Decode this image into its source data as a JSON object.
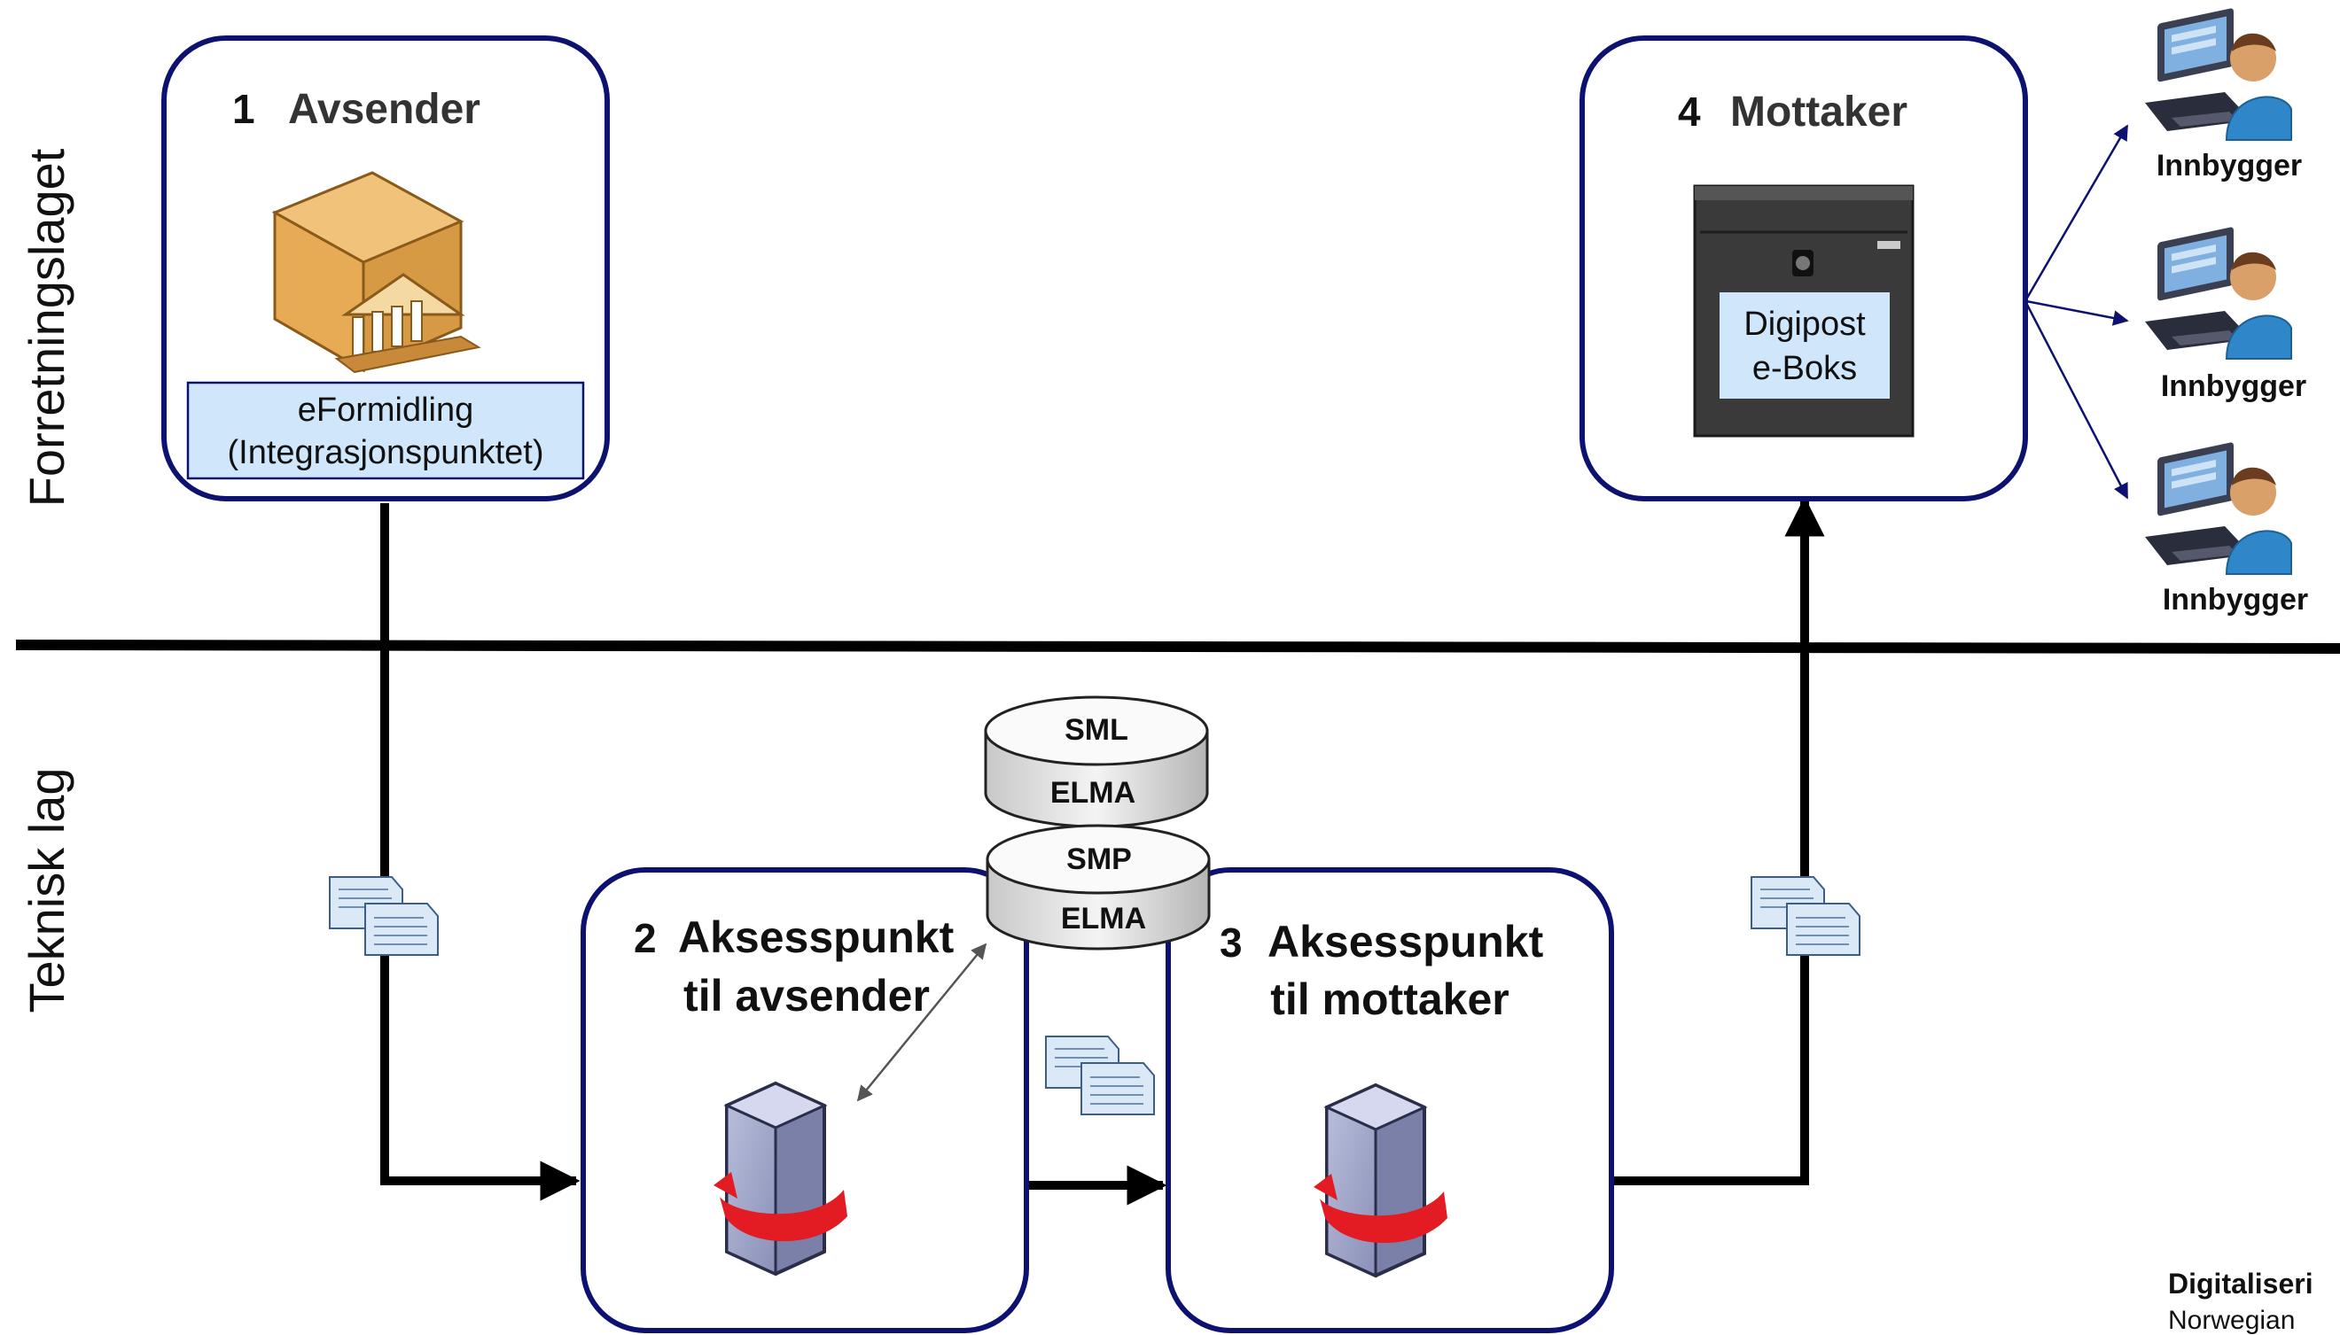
{
  "layers": {
    "business": "Forretningslaget",
    "technical": "Teknisk lag"
  },
  "nodes": {
    "sender": {
      "number": "1",
      "title": "Avsender",
      "integration_line1": "eFormidling",
      "integration_line2": "(Integrasjonspunktet)"
    },
    "receiver": {
      "number": "4",
      "title": "Mottaker",
      "mailbox_line1": "Digipost",
      "mailbox_line2": "e-Boks"
    },
    "ap_sender": {
      "number": "2",
      "title_line1": "Aksesspunkt",
      "title_line2": "til avsender"
    },
    "ap_receiver": {
      "number": "3",
      "title_line1": "Aksesspunkt",
      "title_line2": "til mottaker"
    }
  },
  "databases": {
    "sml": {
      "top": "SML",
      "bottom": "ELMA"
    },
    "smp": {
      "top": "SMP",
      "bottom": "ELMA"
    }
  },
  "citizens": [
    "Innbygger",
    "Innbygger",
    "Innbygger"
  ],
  "footer": {
    "line1": "Digitaliseri",
    "line2": "Norwegian"
  },
  "colors": {
    "box_border": "#0d1270",
    "highlight_fill": "#cfe6fb",
    "flow_line": "#000000",
    "citizen_arrow": "#0d1270",
    "arrow_red": "#e31b23"
  }
}
